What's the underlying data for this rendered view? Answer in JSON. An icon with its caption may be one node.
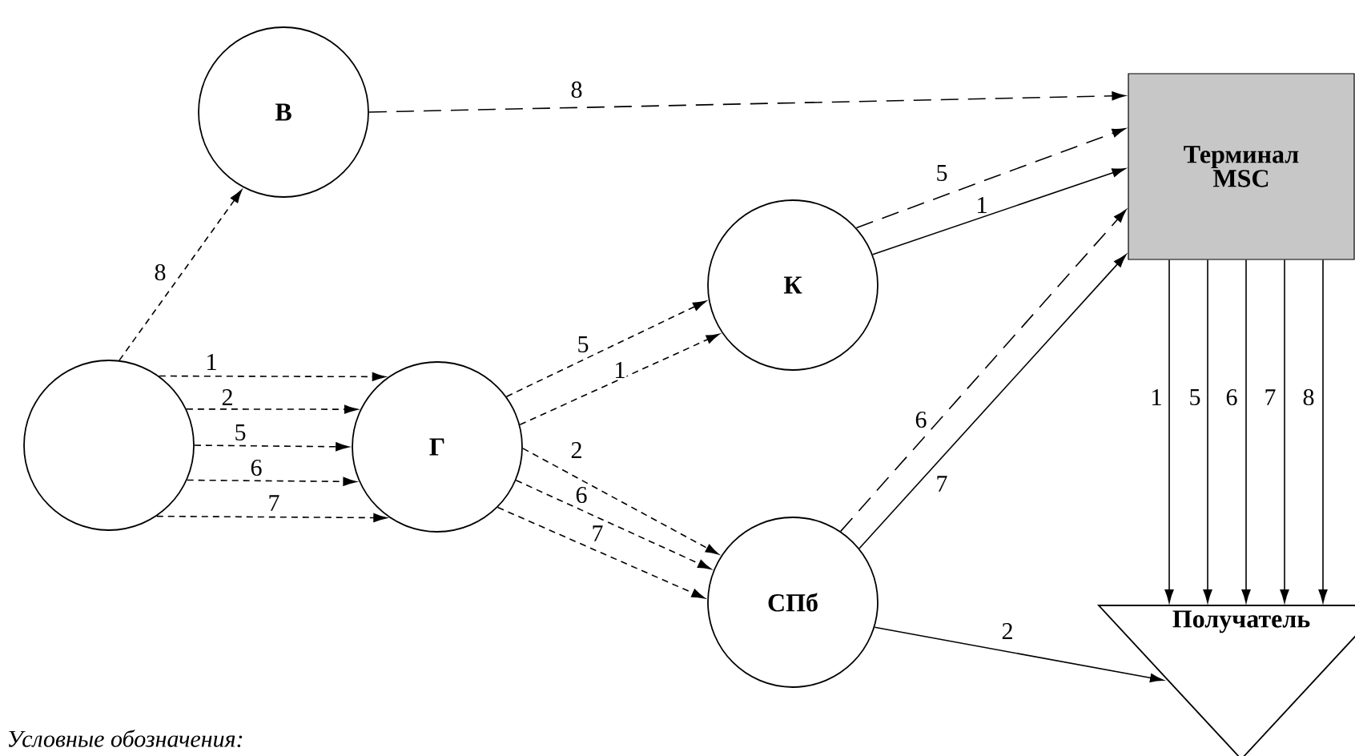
{
  "diagram": {
    "nodes": [
      {
        "text": [],
        "shape": "circle"
      },
      {
        "text": [
          "В"
        ]
      },
      {
        "text": [
          "Г"
        ]
      },
      {
        "text": [
          "К"
        ]
      },
      {
        "text": [
          "СПб"
        ]
      },
      {
        "text": [
          "Терминал MSC"
        ]
      },
      {
        "text": [
          "Получатель"
        ]
      }
    ],
    "edges": [
      {
        "from": 0,
        "to": 1,
        "arrow": "to",
        "label": "8",
        "style": "dashed"
      },
      {
        "from": 0,
        "to": 2,
        "arrow": "to",
        "label": "1",
        "style": "dashed"
      },
      {
        "from": 0,
        "to": 2,
        "arrow": "to",
        "label": "2",
        "style": "dashed"
      },
      {
        "from": 0,
        "to": 2,
        "arrow": "to",
        "label": "5",
        "style": "dashed"
      },
      {
        "from": 0,
        "to": 2,
        "arrow": "to",
        "label": "6",
        "style": "dashed"
      },
      {
        "from": 0,
        "to": 2,
        "arrow": "to",
        "label": "7",
        "style": "dashed"
      },
      {
        "from": 2,
        "to": 3,
        "arrow": "to",
        "label": "5",
        "style": "dashed"
      },
      {
        "from": 2,
        "to": 3,
        "arrow": "to",
        "label": "1",
        "style": "dashed"
      },
      {
        "from": 2,
        "to": 4,
        "arrow": "to",
        "label": "2",
        "style": "dashed"
      },
      {
        "from": 2,
        "to": 4,
        "arrow": "to",
        "label": "6",
        "style": "dashed"
      },
      {
        "from": 2,
        "to": 4,
        "arrow": "to",
        "label": "7",
        "style": "dashed"
      },
      {
        "from": 1,
        "to": 5,
        "arrow": "to",
        "label": "8",
        "style": "dashed"
      },
      {
        "from": 3,
        "to": 5,
        "arrow": "to",
        "label": "5",
        "style": "dashed"
      },
      {
        "from": 3,
        "to": 5,
        "arrow": "to",
        "label": "1"
      },
      {
        "from": 4,
        "to": 5,
        "arrow": "to",
        "label": "6",
        "style": "dashed"
      },
      {
        "from": 4,
        "to": 5,
        "arrow": "to",
        "label": "7"
      },
      {
        "from": 5,
        "to": 6,
        "arrow": "to",
        "label": "1"
      },
      {
        "from": 5,
        "to": 6,
        "arrow": "to",
        "label": "5"
      },
      {
        "from": 5,
        "to": 6,
        "arrow": "to",
        "label": "6"
      },
      {
        "from": 5,
        "to": 6,
        "arrow": "to",
        "label": "7"
      },
      {
        "from": 5,
        "to": 6,
        "arrow": "to",
        "label": "8"
      },
      {
        "from": 4,
        "to": 6,
        "arrow": "to",
        "label": "2"
      }
    ],
    "labels": [
      "Условные обозначения:"
    ]
  }
}
